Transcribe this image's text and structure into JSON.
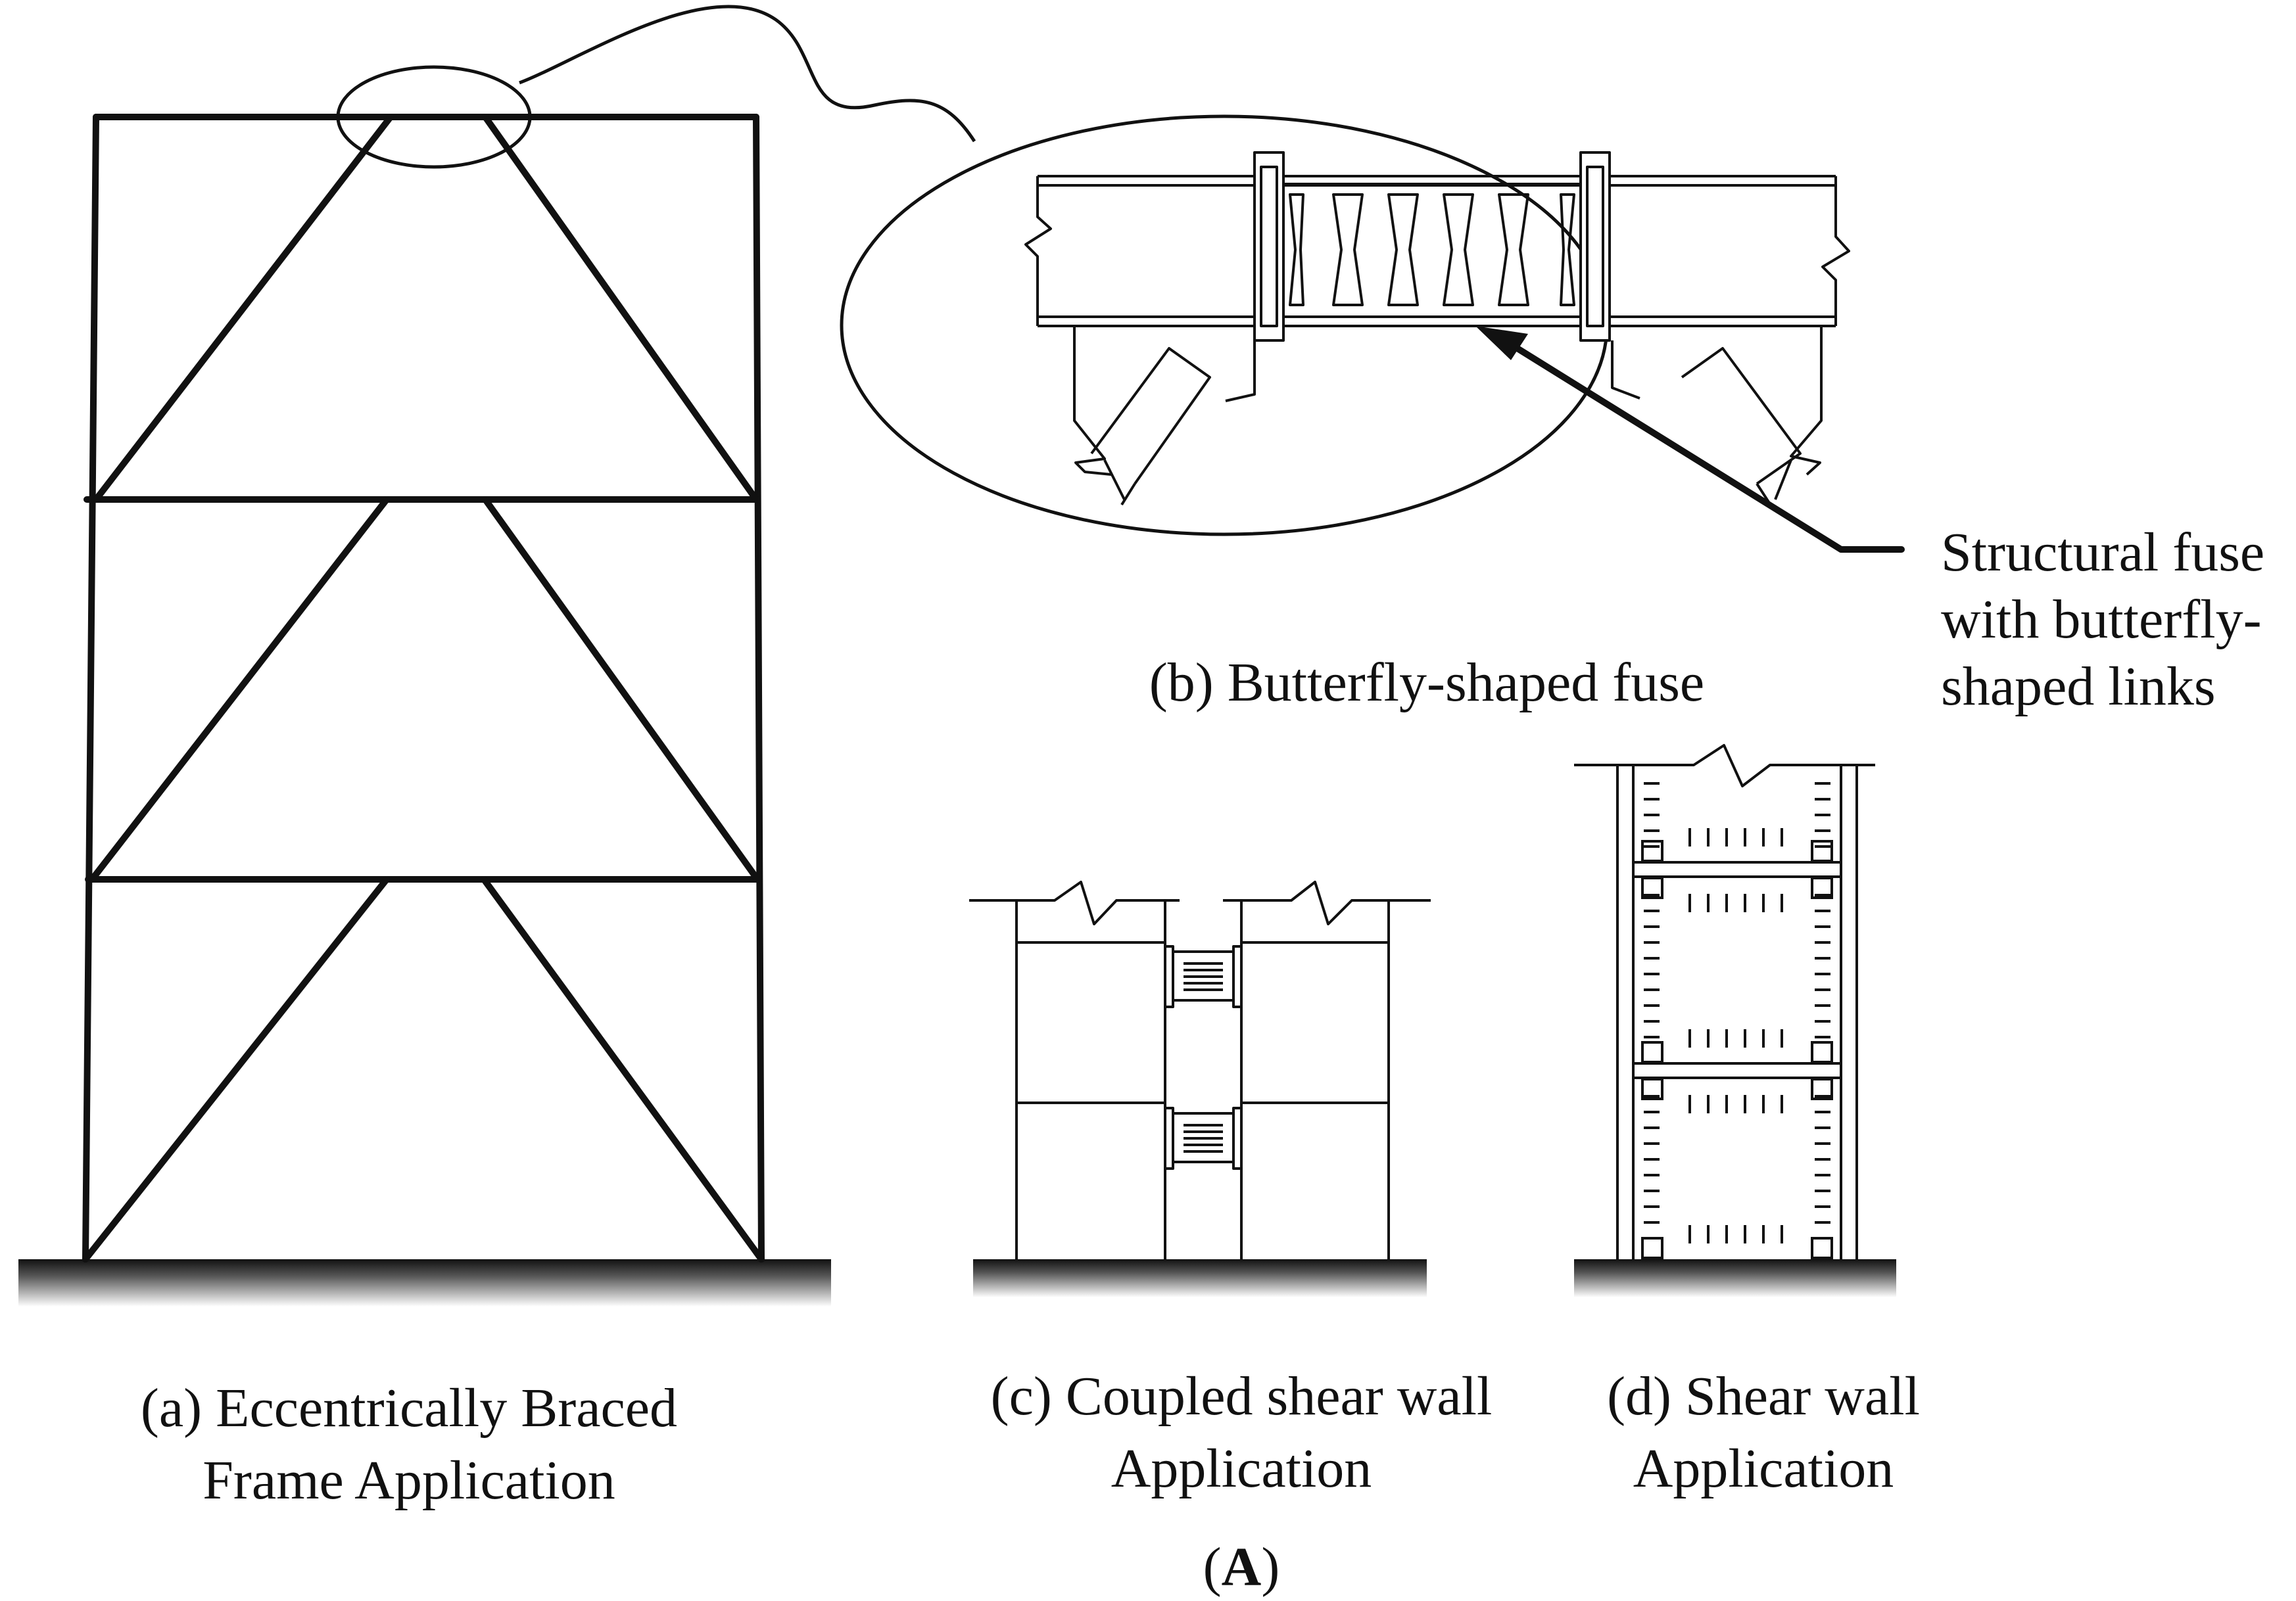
{
  "figure": {
    "panel_a_caption_line1": "(a) Eccentrically Braced",
    "panel_a_caption_line2": "Frame Application",
    "panel_b_caption": "(b) Butterfly-shaped fuse",
    "callout_line1": "Structural fuse",
    "callout_line2": "with butterfly-",
    "callout_line3": "shaped links",
    "panel_c_caption_line1": "(c) Coupled shear wall",
    "panel_c_caption_line2": "Application",
    "panel_d_caption_line1": "(d) Shear wall",
    "panel_d_caption_line2": "Application",
    "figure_label_open": "(",
    "figure_label_letter": "A",
    "figure_label_close": ")"
  }
}
